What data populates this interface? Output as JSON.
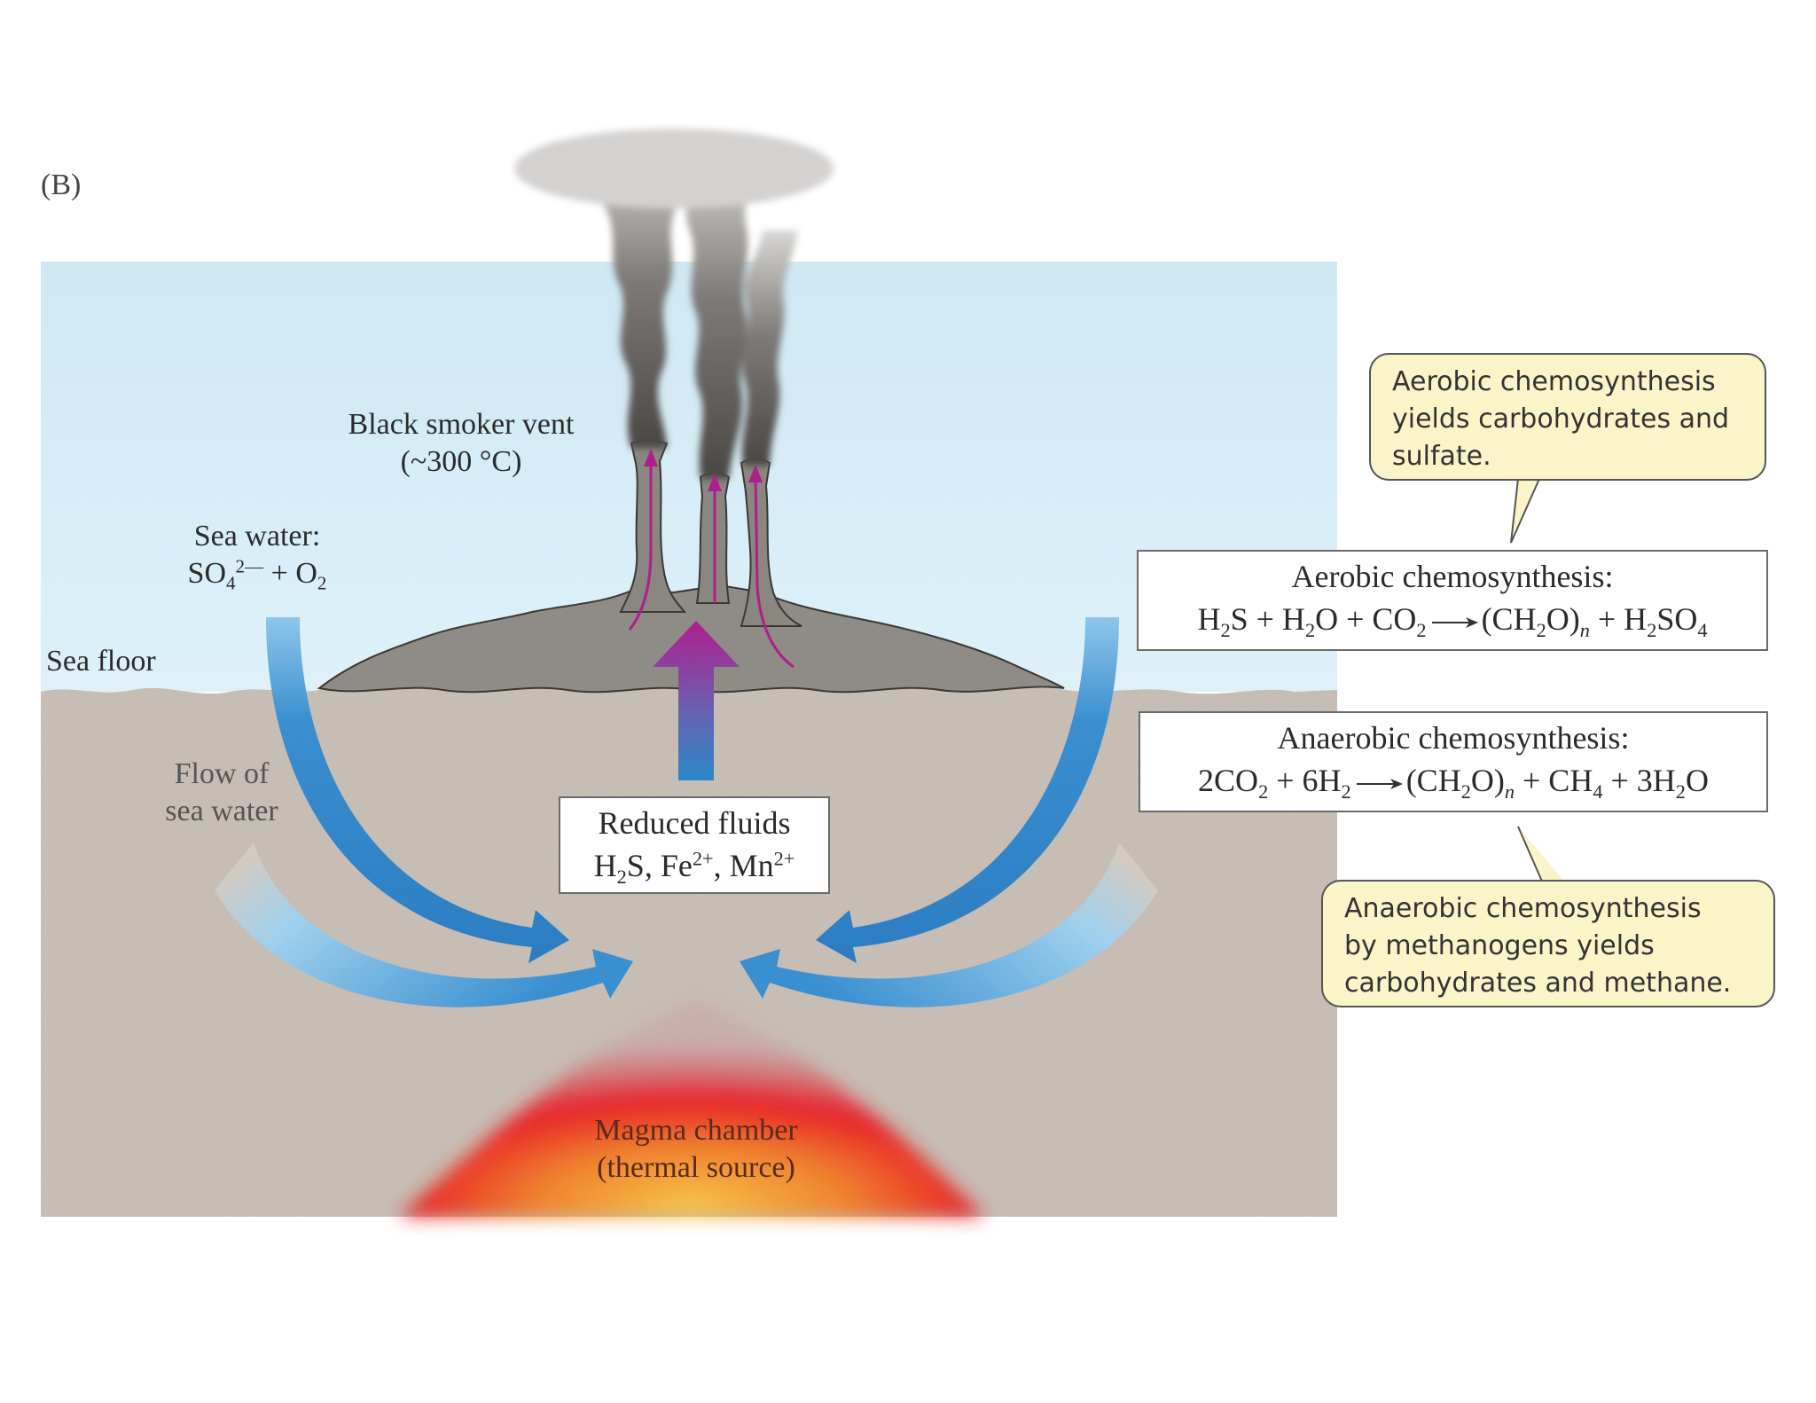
{
  "panel_label": "(B)",
  "labels": {
    "vent_title": "Black smoker vent",
    "vent_temp": "(~300 °C)",
    "sea_water_title": "Sea water:",
    "sea_water_formula": {
      "so": "SO",
      "so_sub": "4",
      "so_sup": "2—",
      "plus_o": " + O",
      "o_sub": "2"
    },
    "sea_floor": "Sea floor",
    "flow_line1": "Flow of",
    "flow_line2": "sea water",
    "magma_line1": "Magma chamber",
    "magma_line2": "(thermal source)"
  },
  "reduced_fluids": {
    "title": "Reduced fluids",
    "h": "H",
    "h_sub": "2",
    "s_fe": "S, Fe",
    "fe_sup": "2+",
    "mn": ", Mn",
    "mn_sup": "2+"
  },
  "aerobic_box": {
    "title": "Aerobic chemosynthesis:",
    "lhs_h": "H",
    "lhs_h_sub": "2",
    "lhs_s": "S + H",
    "lhs_h2o_sub": "2",
    "lhs_o_co": "O + CO",
    "lhs_co_sub": "2",
    "rhs_open": "(CH",
    "rhs_ch_sub": "2",
    "rhs_close": "O)",
    "rhs_n": "n",
    "rhs_plus_h": " + H",
    "rhs_h_sub": "2",
    "rhs_so": "SO",
    "rhs_so_sub": "4"
  },
  "anaerobic_box": {
    "title": "Anaerobic chemosynthesis:",
    "lhs_co": "2CO",
    "lhs_co_sub": "2",
    "lhs_h": " + 6H",
    "lhs_h_sub": "2",
    "rhs_open": "(CH",
    "rhs_ch_sub": "2",
    "rhs_close": "O)",
    "rhs_n": "n",
    "rhs_ch4": " + CH",
    "rhs_ch4_sub": "4",
    "rhs_h2o": " + 3H",
    "rhs_h2o_sub": "2",
    "rhs_o": "O"
  },
  "bubble_aerobic": [
    "Aerobic chemosynthesis",
    "yields carbohydrates and",
    "sulfate."
  ],
  "bubble_anaerobic": [
    "Anaerobic chemosynthesis",
    "by methanogens yields",
    "carbohydrates and methane."
  ],
  "colors": {
    "sea": "#d8eef7",
    "sediment": "#bdb2a8",
    "mound": "#8f8b87",
    "water_flow": "#3a8fd0",
    "vent_flow": "#b01e8c",
    "magma_core": "#e8202a",
    "magma_edge": "#f6c44a",
    "bubble_fill": "#fbf4c9"
  }
}
